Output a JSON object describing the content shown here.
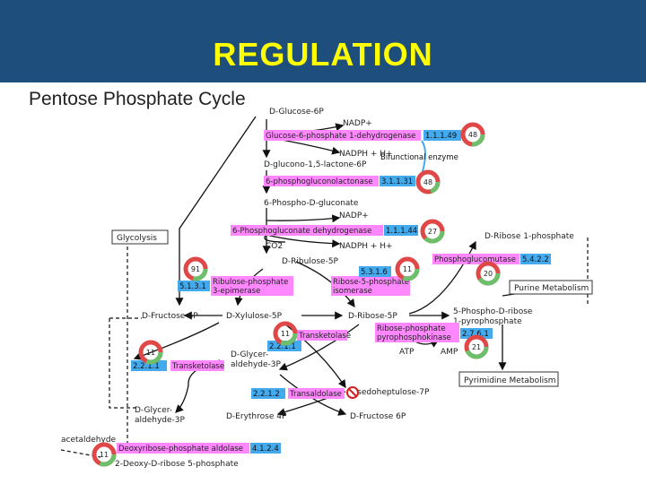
{
  "header": {
    "title": "REGULATION"
  },
  "diagram": {
    "title": "Pentose Phosphate Cycle",
    "colors": {
      "banner": "#1e4e7c",
      "title": "#ffff00",
      "enzyme": "#ff88ff",
      "ec": "#44aaee",
      "ring_red": "#e04848",
      "ring_green": "#6cc06c"
    },
    "compounds": {
      "glucose6p": "D-Glucose-6P",
      "nadp1": "NADP+",
      "nadph1": "NADPH + H+",
      "lactone": "D-glucono-1,5-lactone-6P",
      "gluconate": "6-Phospho-D-gluconate",
      "nadp2": "NADP+",
      "co2": "CO2",
      "nadph2": "NADPH + H+",
      "ribulose5p": "D-Ribulose-5P",
      "fructose6p_left": "D-Fructose-6P",
      "xylulose5p": "D-Xylulose-5P",
      "ribose5p": "D-Ribose-5P",
      "ga3p": "D-Glycer-aldehyde-3P",
      "sedo7p": "D-sedoheptulose-7P",
      "ga3p_lower": "D-Glycer-aldehyde-3P",
      "erythrose4p": "D-Erythrose 4P",
      "fructose6p_right": "D-Fructose 6P",
      "ribose1p": "D-Ribose 1-phosphate",
      "prpp": "5-Phospho-D-ribose 1-pyrophosphate",
      "atp": "ATP",
      "amp": "AMP",
      "deoxyribose5p": "2-Deoxy-D-ribose 5-phosphate",
      "acetaldehyde": "acetaldehyde"
    },
    "enzymes": {
      "g6pdh": {
        "name": "Glucose-6-phosphate 1-dehydrogenase",
        "ec": "1.1.1.49",
        "count": "48"
      },
      "lactonase": {
        "name": "6-phosphogluconolactonase",
        "ec": "3.1.1.31",
        "count": "48"
      },
      "bifunctional": "Bifunctional enzyme",
      "pgdh": {
        "name": "6-Phosphogluconate dehydrogenase",
        "ec": "1.1.1.44",
        "count": "27"
      },
      "rpe": {
        "name": "Ribulose-phosphate 3-epimerase",
        "ec": "5.1.3.1",
        "count": "91"
      },
      "rpi": {
        "name": "Ribose-5-phosphate isomerase",
        "ec": "5.3.1.6",
        "count": "11"
      },
      "pgm": {
        "name": "Phosphoglucomutase",
        "ec": "5.4.2.2",
        "count": "20"
      },
      "tkt1": {
        "name": "Transketolase",
        "ec": "2.2.1.1",
        "count": "11"
      },
      "tkt2": {
        "name": "Transketolase",
        "ec": "2.2.1.1",
        "count": "11"
      },
      "tal": {
        "name": "Transaldolase",
        "ec": "2.2.1.2"
      },
      "prps": {
        "name": "Ribose-phosphate pyrophosphokinase",
        "ec": "2.7.6.1",
        "count": "21"
      },
      "dera": {
        "name": "Deoxyribose-phosphate aldolase",
        "ec": "4.1.2.4",
        "count": "11"
      }
    },
    "boxes": {
      "glycolysis": "Glycolysis",
      "purine": "Purine Metabolism",
      "pyrimidine": "Pyrimidine Metabolism"
    }
  }
}
